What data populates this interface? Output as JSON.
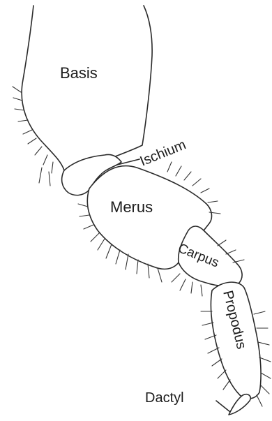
{
  "labels": {
    "basis": "Basis",
    "ischium": "Ischium",
    "merus": "Merus",
    "carpus": "Carpus",
    "propodus": "Propodus",
    "dactyl": "Dactyl"
  },
  "colors": {
    "ink": "#2a2a2a",
    "paper": "#ffffff"
  }
}
